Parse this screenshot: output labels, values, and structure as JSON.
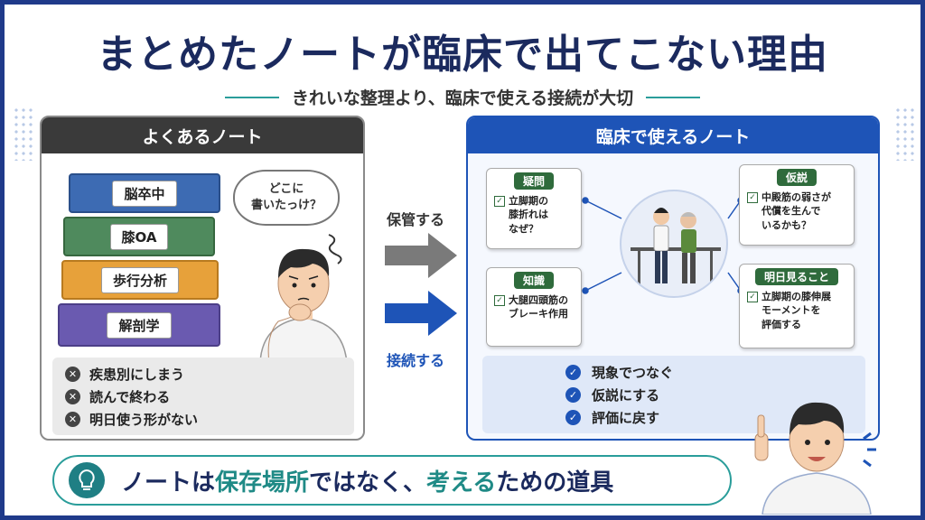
{
  "title": "まとめたノートが臨床で出てこない理由",
  "subtitle": "きれいな整理より、臨床で使える接続が大切",
  "left_panel": {
    "header": "よくあるノート",
    "books": [
      "脳卒中",
      "膝OA",
      "歩行分析",
      "解剖学"
    ],
    "bubble_line1": "どこに",
    "bubble_line2": "書いたっけ？",
    "issues": [
      "疾患別にしまう",
      "読んで終わる",
      "明日使う形がない"
    ]
  },
  "middle": {
    "top_label": "保管する",
    "bottom_label": "接続する"
  },
  "right_panel": {
    "header": "臨床で使えるノート",
    "cards": {
      "question": {
        "tag": "疑問",
        "line1": "立脚期の",
        "line2": "膝折れは",
        "line3": "なぜ？"
      },
      "hypothesis": {
        "tag": "仮説",
        "line1": "中殿筋の弱さが",
        "line2": "代償を生んで",
        "line3": "いるかも？"
      },
      "knowledge": {
        "tag": "知識",
        "line1": "大腿四頭筋の",
        "line2": "ブレーキ作用"
      },
      "tomorrow": {
        "tag": "明日見ること",
        "line1": "立脚期の膝伸展",
        "line2": "モーメントを",
        "line3": "評価する"
      }
    },
    "points": [
      "現象でつなぐ",
      "仮説にする",
      "評価に戻す"
    ]
  },
  "bottom": {
    "part1": "ノートは",
    "part2": "保存場所",
    "part3": "ではなく、",
    "part4": "考える",
    "part5": "ための道具"
  },
  "colors": {
    "navy": "#1b2a5e",
    "blue": "#1e54b7",
    "teal": "#2a9d9a",
    "dark_green": "#2f6b3c",
    "gray_header": "#3a3a3a"
  }
}
